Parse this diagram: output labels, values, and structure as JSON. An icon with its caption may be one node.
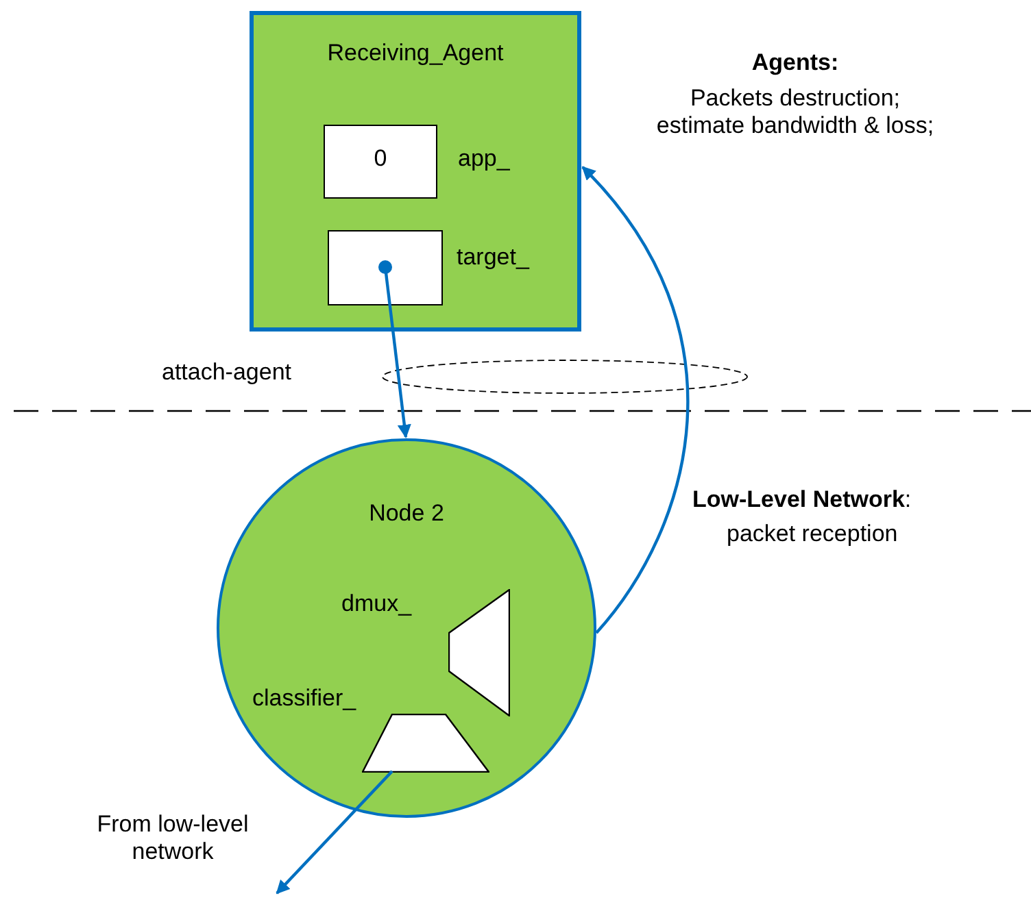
{
  "diagram": {
    "nodes": [
      {
        "text": [
          "Receiving_Agent"
        ]
      },
      {
        "text": [
          "0"
        ],
        "beside": [
          "app_"
        ],
        "in": 0
      },
      {
        "text": [],
        "shape": "box",
        "beside": [
          "target_"
        ],
        "in": 0
      },
      {
        "text": [
          "Node 2"
        ]
      },
      {
        "text": [],
        "shape": "trapezoid",
        "beside": [
          "dmux_"
        ],
        "in": 3
      },
      {
        "text": [],
        "shape": "trapezoid",
        "beside": [
          "classifier_"
        ],
        "in": 3
      },
      {
        "text": [],
        "shape": "ellipse",
        "beside": [
          "attach-agent"
        ]
      }
    ],
    "edges": [
      {
        "from": 2,
        "to": 3,
        "arrow": "to"
      },
      {
        "from": 3,
        "to": 0,
        "arrow": "to"
      },
      {
        "from": 5,
        "to": null,
        "arrow": "to"
      }
    ],
    "labels": [
      "Agents:",
      "Packets destruction; estimate bandwidth & loss;",
      "**Low-Level Network**:",
      "packet reception",
      "From low-level network"
    ]
  }
}
